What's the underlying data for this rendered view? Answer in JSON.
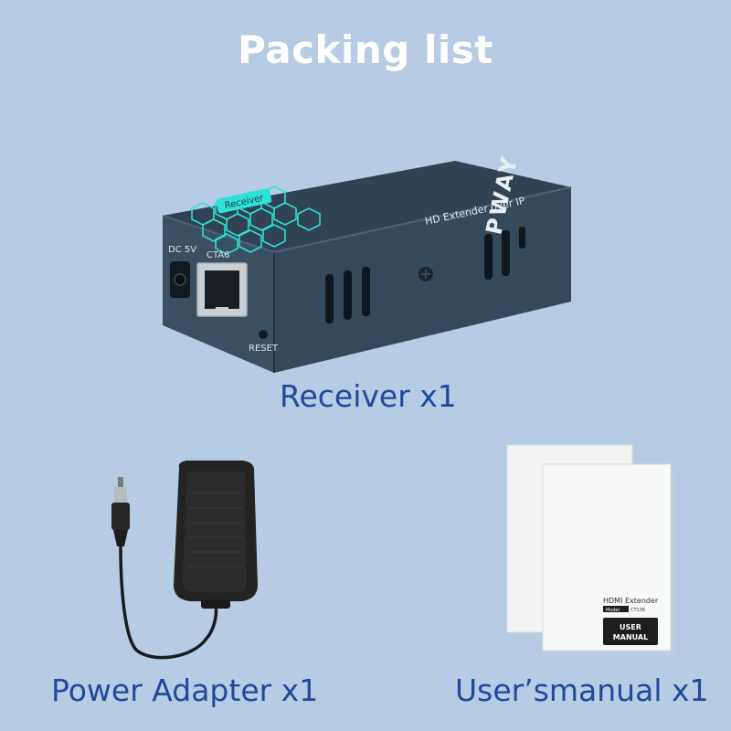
{
  "title": "Packing list",
  "items": {
    "receiver": {
      "caption": "Receiver x1",
      "brand": "PWAY",
      "side_text": "HD Extender over IP",
      "badge_text": "Receiver",
      "port_dc": "DC 5V",
      "port_lan": "CTA6",
      "port_reset": "RESET"
    },
    "power_adapter": {
      "caption": "Power Adapter x1"
    },
    "manual": {
      "caption": "User’smanual x1",
      "product_name": "HDMI Extender",
      "model_label": "Model",
      "model_value": "CT136",
      "box_line1": "USER",
      "box_line2": "MANUAL"
    }
  },
  "colors": {
    "background": "#b6cce4",
    "title": "#ffffff",
    "caption": "#1f4a99",
    "device_body": "#34495a",
    "device_accent": "#2fe0d8"
  }
}
